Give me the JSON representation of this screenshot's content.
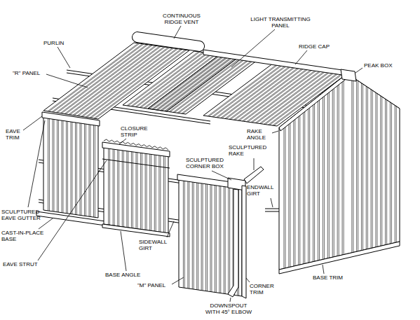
{
  "diagram": {
    "labels": [
      "CONTINUOUS RIDGE VENT",
      "LIGHT TRANSMITTING PANEL",
      "PURLIN",
      "RIDGE CAP",
      "\"R\" PANEL",
      "PEAK BOX",
      "CLOSURE STRIP",
      "EAVE TRIM",
      "RAKE ANGLE",
      "SCULPTURED RAKE",
      "SCULPTURED CORNER BOX",
      "ENDWALL GIRT",
      "SCULPTURED EAVE GUTTER",
      "CAST-IN-PLACE BASE",
      "SIDEWALL GIRT",
      "EAVE STRUT",
      "BASE ANGLE",
      "\"M\" PANEL",
      "CORNER TRIM",
      "DOWNSPOUT WITH 45° ELBOW",
      "BASE TRIM"
    ]
  }
}
